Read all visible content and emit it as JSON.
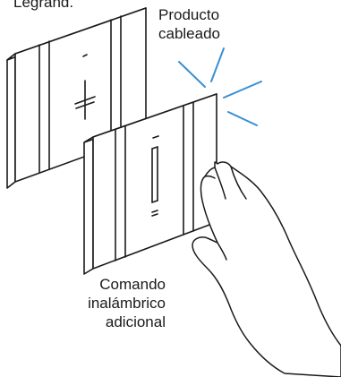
{
  "caption": {
    "brand": "Legrand.",
    "wired_product": "Producto\ncableado",
    "wireless_command": "Comando\ninalámbrico\nadicional"
  },
  "colors": {
    "line": "#1a1a1a",
    "signal": "#3a8fd1",
    "background": "#ffffff"
  },
  "icons": {
    "wired_switch": "wall-switch-icon",
    "wireless_switch": "wireless-switch-icon",
    "hand": "hand-icon",
    "signal": "wireless-signal-icon"
  }
}
